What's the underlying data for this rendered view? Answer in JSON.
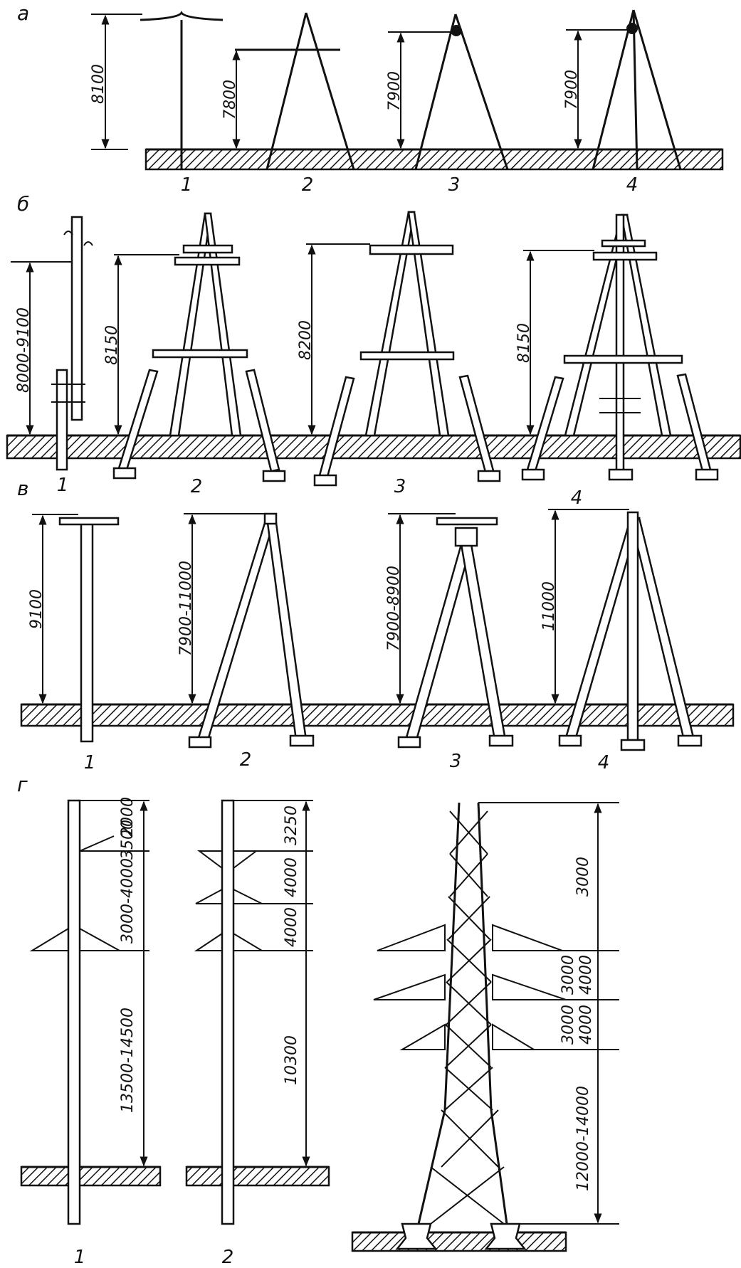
{
  "sections": {
    "a": {
      "letter": "а",
      "items": [
        {
          "num": "1",
          "dim": "8100"
        },
        {
          "num": "2",
          "dim": "7800"
        },
        {
          "num": "3",
          "dim": "7900"
        },
        {
          "num": "4",
          "dim": "7900"
        }
      ]
    },
    "b": {
      "letter": "б",
      "items": [
        {
          "num": "1",
          "dim": "8000-9100"
        },
        {
          "num": "2",
          "dim": "8150"
        },
        {
          "num": "3",
          "dim": "8200"
        },
        {
          "num": "4",
          "dim": "8150"
        }
      ]
    },
    "v": {
      "letter": "в",
      "items": [
        {
          "num": "1",
          "dim": "9100"
        },
        {
          "num": "2",
          "dim": "7900-11000"
        },
        {
          "num": "3",
          "dim": "7900-8900"
        },
        {
          "num": "4",
          "dim": "11000"
        }
      ]
    },
    "g": {
      "letter": "г",
      "items": [
        {
          "num": "1",
          "dims": [
            "2000",
            "3500",
            "3000-4000",
            "13500-14500"
          ]
        },
        {
          "num": "2",
          "dims": [
            "3250",
            "4000",
            "4000",
            "10300"
          ]
        },
        {
          "num": "",
          "dims": [
            "3000",
            "3000",
            "4000",
            "3000",
            "4000",
            "12000-14000"
          ]
        }
      ]
    }
  }
}
